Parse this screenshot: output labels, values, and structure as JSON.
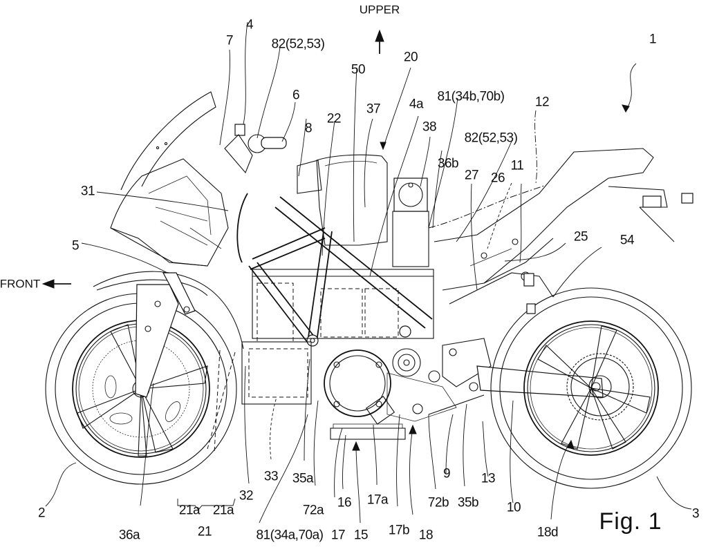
{
  "figure": {
    "title": "Fig. 1",
    "directions": {
      "upper": "UPPER",
      "front": "FRONT"
    }
  },
  "labels": {
    "l1": "1",
    "l2": "2",
    "l3": "3",
    "l4": "4",
    "l4a": "4a",
    "l5": "5",
    "l6": "6",
    "l7": "7",
    "l8": "8",
    "l9": "9",
    "l10": "10",
    "l11": "11",
    "l12": "12",
    "l13": "13",
    "l15": "15",
    "l16": "16",
    "l17": "17",
    "l17a": "17a",
    "l17b": "17b",
    "l18": "18",
    "l18d": "18d",
    "l20": "20",
    "l21": "21",
    "l21a_1": "21a",
    "l21a_2": "21a",
    "l22": "22",
    "l25": "25",
    "l26": "26",
    "l27": "27",
    "l31": "31",
    "l32": "32",
    "l33": "33",
    "l35a": "35a",
    "l35b": "35b",
    "l36a": "36a",
    "l36b": "36b",
    "l37": "37",
    "l38": "38",
    "l50": "50",
    "l54": "54",
    "l72a": "72a",
    "l72b": "72b",
    "l81_front": "81(34a,70a)",
    "l81_rear": "81(34b,70b)",
    "l82_front": "82(52,53)",
    "l82_rear": "82(52,53)"
  }
}
